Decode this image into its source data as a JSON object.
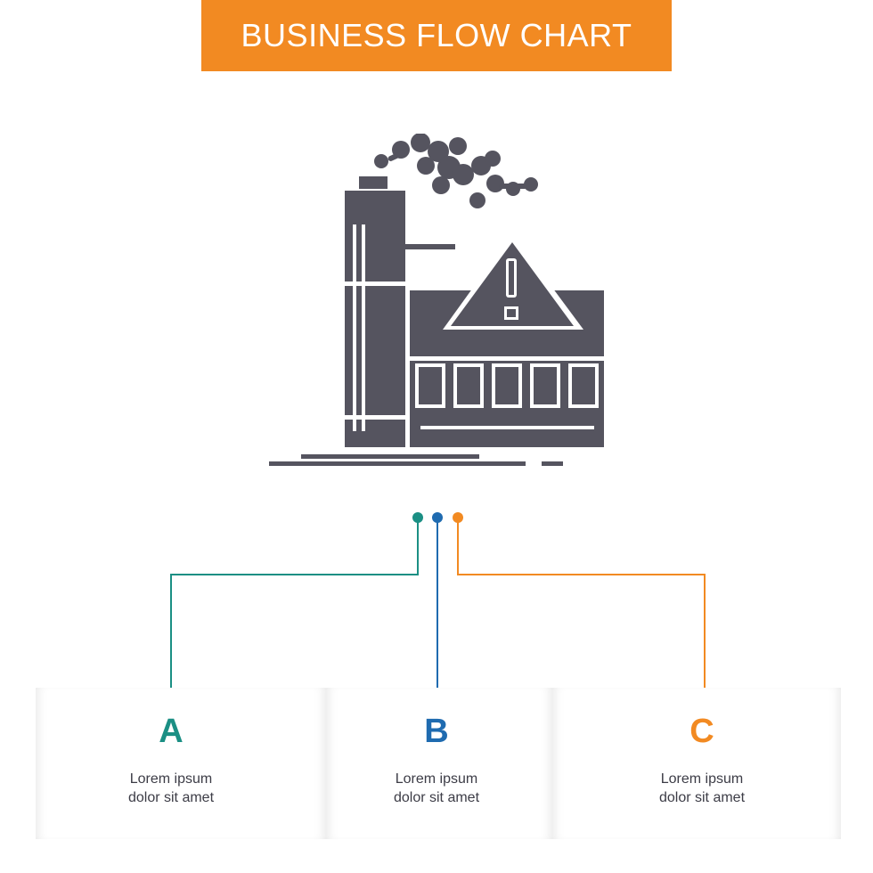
{
  "title": "BUSINESS FLOW CHART",
  "colors": {
    "banner": "#f28a22",
    "icon": "#55545f",
    "teal": "#1b8f84",
    "blue": "#1f6bb0",
    "orange": "#f28a22"
  },
  "illustration": {
    "icon": "polluting-factory-warning-icon"
  },
  "steps": [
    {
      "letter": "A",
      "line1": "Lorem ipsum",
      "line2": "dolor sit amet",
      "color": "#1b8f84"
    },
    {
      "letter": "B",
      "line1": "Lorem ipsum",
      "line2": "dolor sit amet",
      "color": "#1f6bb0"
    },
    {
      "letter": "C",
      "line1": "Lorem ipsum",
      "line2": "dolor sit amet",
      "color": "#f28a22"
    }
  ]
}
